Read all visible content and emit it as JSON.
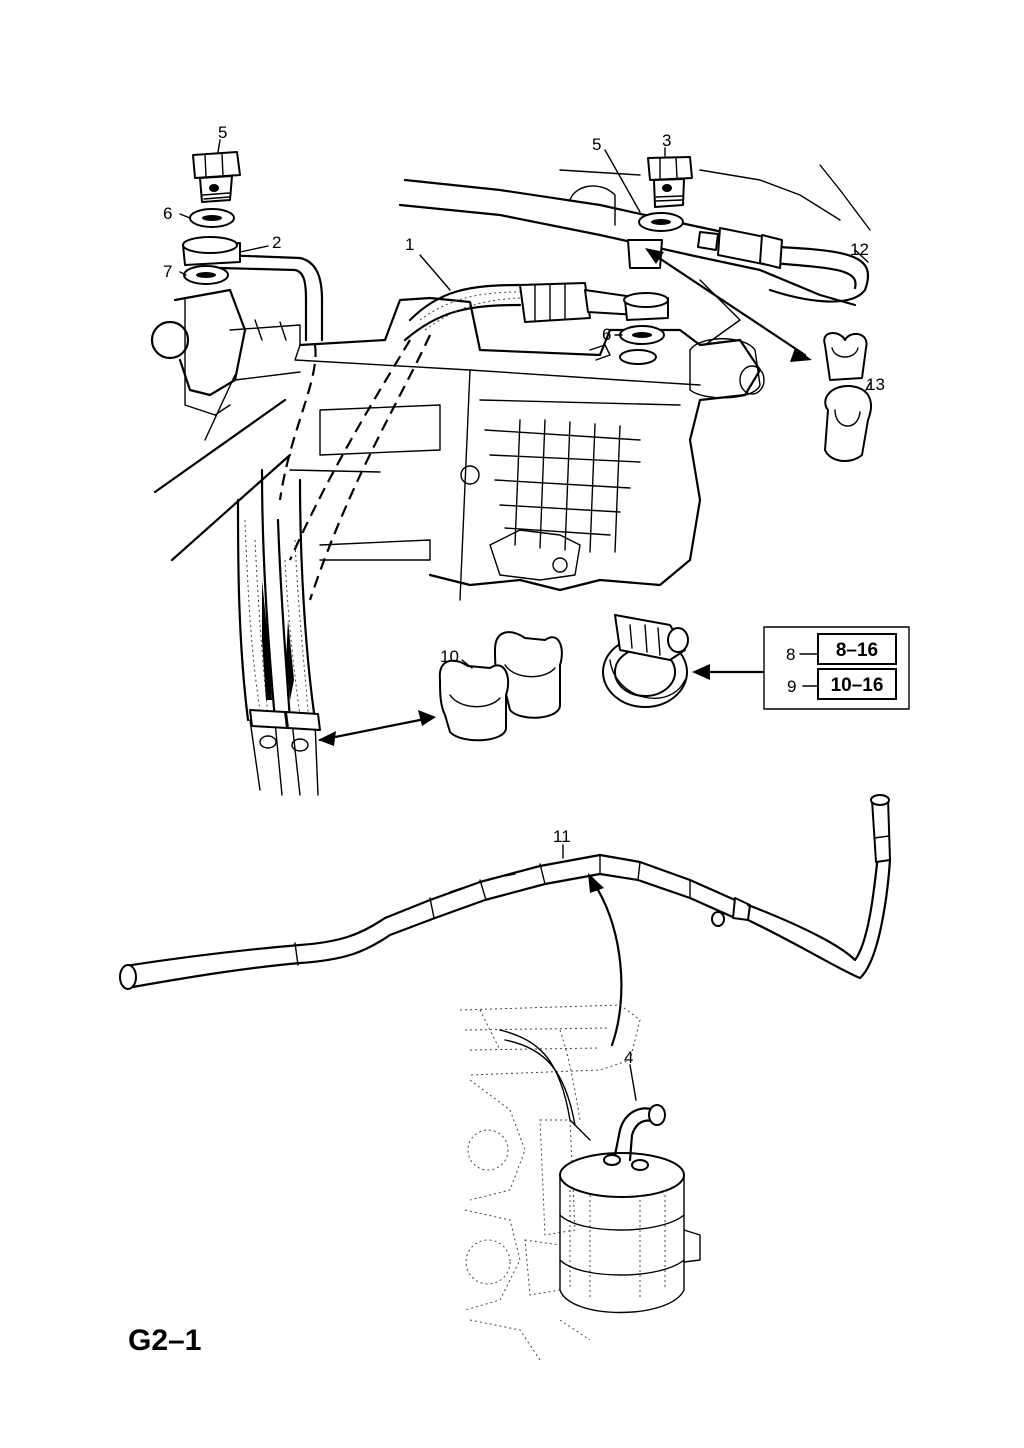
{
  "diagram": {
    "page_code": "G2–1",
    "callouts": [
      "1",
      "2",
      "3",
      "4",
      "5",
      "5",
      "6",
      "6",
      "7",
      "10",
      "11",
      "12",
      "13"
    ],
    "clamp_sizes": [
      {
        "ref": "8",
        "size": "8–16"
      },
      {
        "ref": "9",
        "size": "10–16"
      }
    ]
  }
}
